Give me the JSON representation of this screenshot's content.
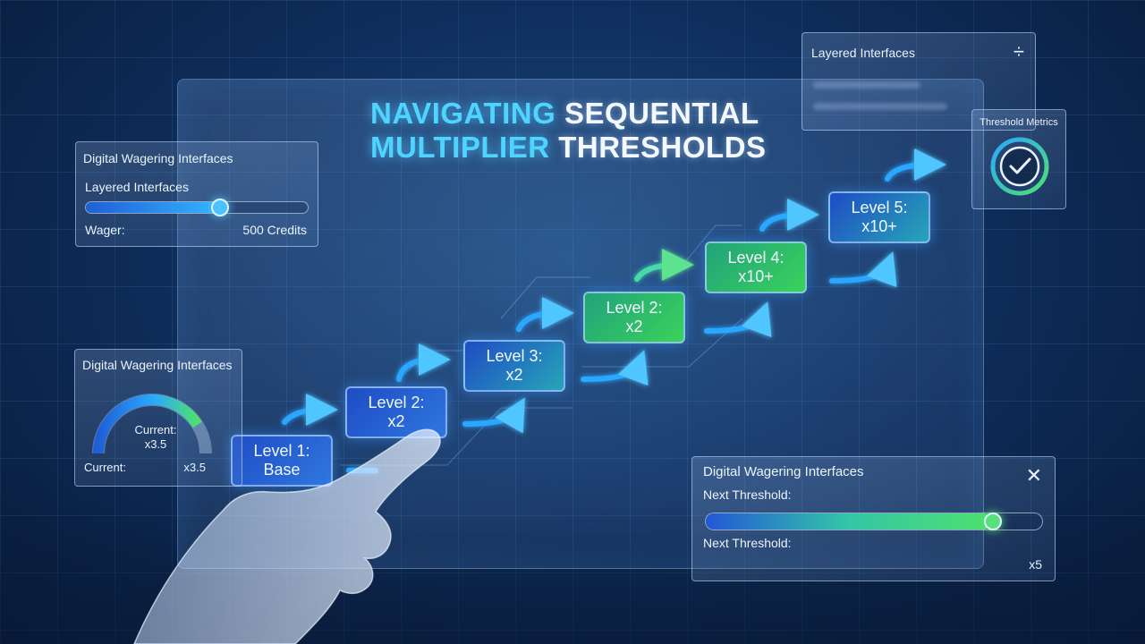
{
  "title": {
    "line1_cyan": "NAVIGATING",
    "line1_white": "SEQUENTIAL",
    "line2_cyan": "MULTIPLIER",
    "line2_white": "THRESHOLDS"
  },
  "wager_panel": {
    "title": "Digital Wagering Interfaces",
    "subtitle": "Layered Interfaces",
    "slider_level": 0.6,
    "label": "Wager:",
    "value": "500 Credits"
  },
  "gauge_panel": {
    "title": "Digital Wagering Interfaces",
    "gauge_line1": "Current:",
    "gauge_line2": "x3.5",
    "label": "Current:",
    "value": "x3.5",
    "gauge_level": 0.82
  },
  "layered_panel": {
    "title": "Layered Interfaces",
    "icon": "divide-icon"
  },
  "metrics_panel": {
    "title": "Threshold Metrics",
    "icon": "checkmark-icon"
  },
  "next_panel": {
    "title": "Digital Wagering Interfaces",
    "label_top": "Next Threshold:",
    "label_bottom": "Next Threshold:",
    "value": "x5",
    "progress": 0.85,
    "close_icon": "close-icon"
  },
  "levels": [
    {
      "line1": "Level 1:",
      "line2": "Base",
      "style": "blue"
    },
    {
      "line1": "Level 2:",
      "line2": "x2",
      "style": "blue"
    },
    {
      "line1": "Level 3:",
      "line2": "x2",
      "style": "teal"
    },
    {
      "line1": "Level 2:",
      "line2": "x2",
      "style": "green"
    },
    {
      "line1": "Level 4:",
      "line2": "x10+",
      "style": "green"
    },
    {
      "line1": "Level 5:",
      "line2": "x10+",
      "style": "teal"
    }
  ],
  "colors": {
    "cyan": "#4fd4ff",
    "blue": "#2f77df",
    "green": "#3bd25d"
  }
}
